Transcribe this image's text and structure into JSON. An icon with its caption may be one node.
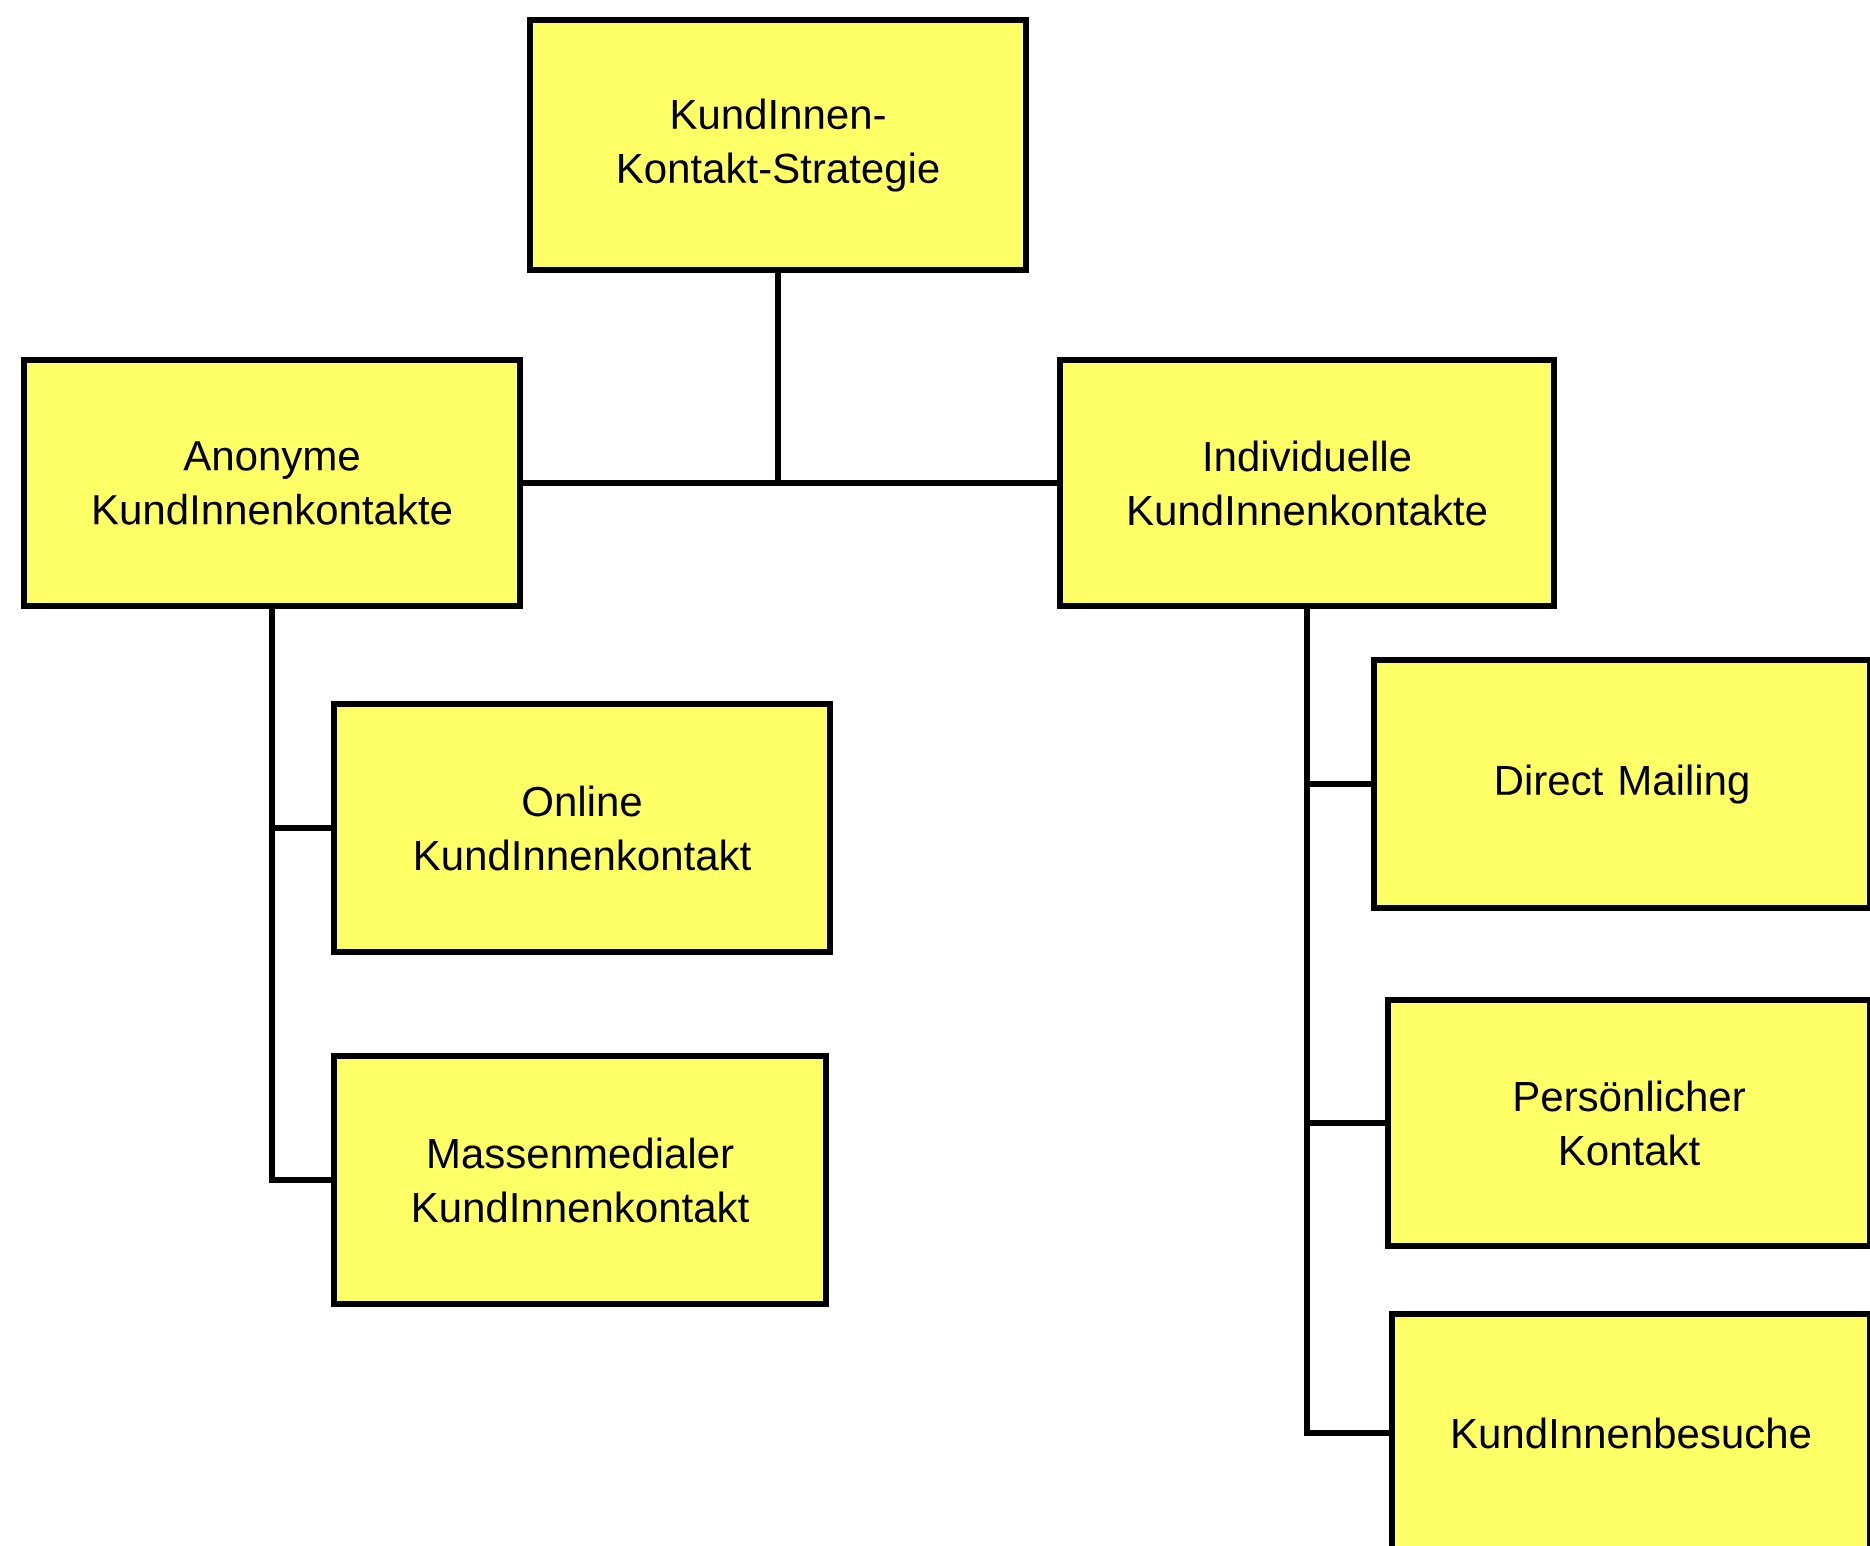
{
  "diagram": {
    "nodes": [
      {
        "text": [
          "KundInnen-Kontakt-Strategie"
        ]
      },
      {
        "text": [
          "Anonyme KundInnenkontakte"
        ]
      },
      {
        "text": [
          "Individuelle KundInnenkontakte"
        ]
      },
      {
        "text": [
          "Online KundInnenkontakt"
        ]
      },
      {
        "text": [
          "Massenmedialer KundInnenkontakt"
        ]
      },
      {
        "text": [
          "Direct Mailing"
        ]
      },
      {
        "text": [
          "Persönlicher Kontakt"
        ]
      },
      {
        "text": [
          "KundInnenbesuche"
        ]
      }
    ],
    "edges": [
      {
        "from": 0,
        "to": 1,
        "arrow": "none"
      },
      {
        "from": 0,
        "to": 2,
        "arrow": "none"
      },
      {
        "from": 1,
        "to": 3,
        "arrow": "none"
      },
      {
        "from": 1,
        "to": 4,
        "arrow": "none"
      },
      {
        "from": 2,
        "to": 5,
        "arrow": "none"
      },
      {
        "from": 2,
        "to": 6,
        "arrow": "none"
      },
      {
        "from": 2,
        "to": 7,
        "arrow": "none"
      }
    ]
  }
}
